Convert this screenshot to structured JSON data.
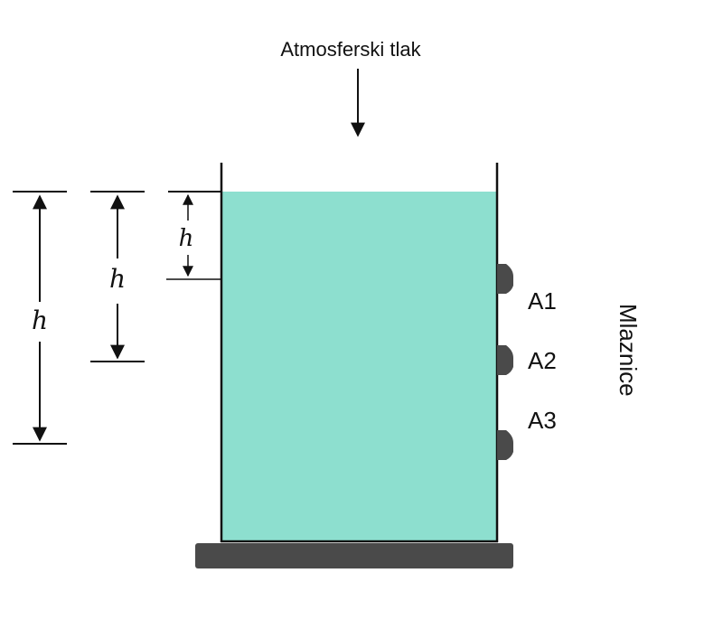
{
  "diagram": {
    "pressure_label": "Atmosferski tlak",
    "dimension_symbol": "h",
    "nozzle_labels": [
      "A1",
      "A2",
      "A3"
    ],
    "nozzles_group_label": "Mlaznice",
    "colors": {
      "water": "#8ddfcf",
      "wall": "#111111",
      "base": "#4a4a4a",
      "nozzle": "#4a4a4a"
    }
  }
}
